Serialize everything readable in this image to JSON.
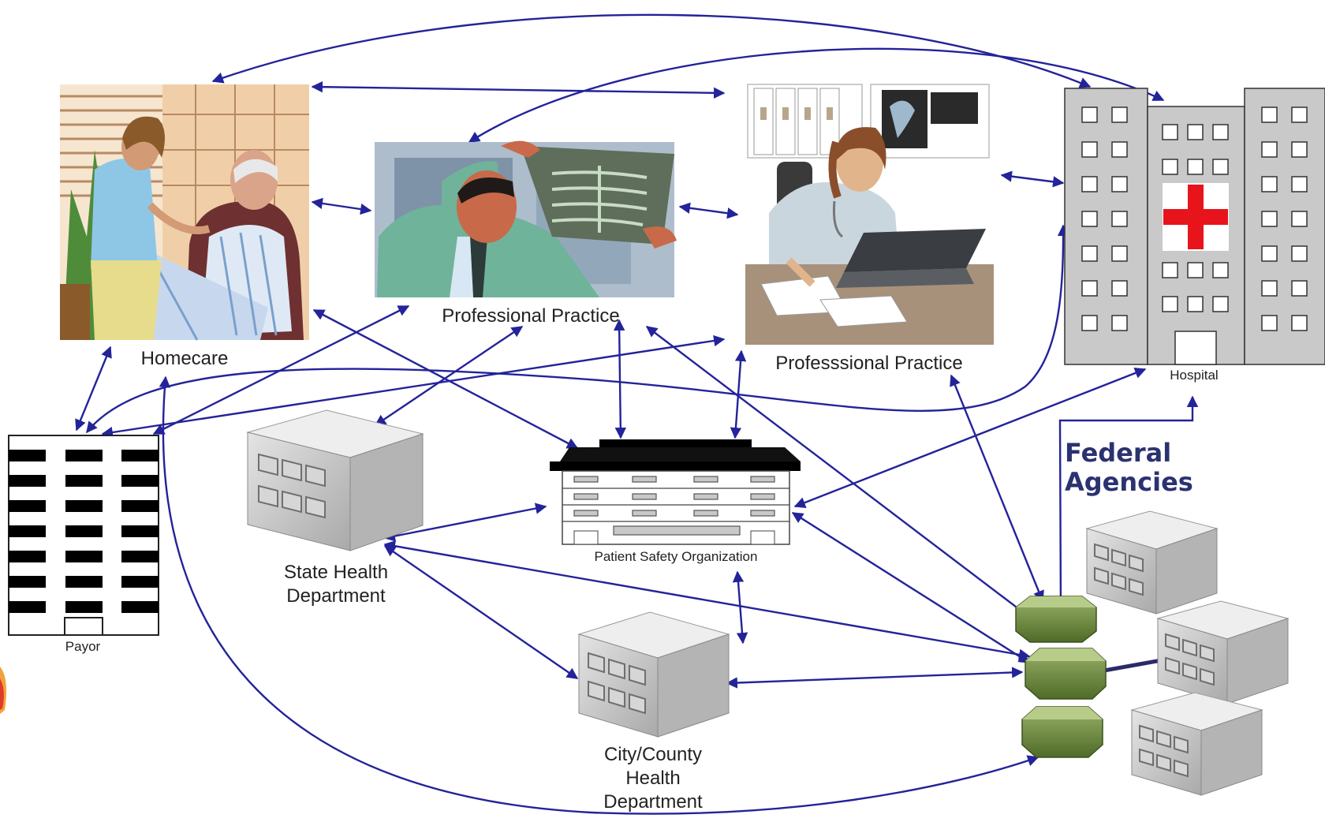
{
  "colors": {
    "arrow": "#23239a",
    "federal_text": "#2b3270",
    "building_gray": "#c9c9c9",
    "hospital_cross": "#e8141c",
    "hex_green": "#6f8a3f",
    "lab_coat": "#6fb39a",
    "skin": "#c86a4a",
    "desk": "#a8917a"
  },
  "nodes": {
    "homecare": {
      "label": "Homecare",
      "icon": "nurse-patient-clipart-icon"
    },
    "practice1": {
      "label": "Professional Practice",
      "icon": "doctor-xray-clipart-icon"
    },
    "practice2": {
      "label": "Professsional Practice",
      "icon": "doctor-at-desk-clipart-icon"
    },
    "hospital": {
      "label": "Hospital",
      "icon": "hospital-building-icon"
    },
    "payor": {
      "label": "Payor",
      "icon": "office-building-icon"
    },
    "state": {
      "label_lines": [
        "State Health",
        "Department"
      ],
      "icon": "server-building-icon"
    },
    "pso": {
      "label": "Patient Safety Organization",
      "icon": "institution-building-icon"
    },
    "city": {
      "label_lines": [
        "City/County",
        "Health",
        "Department"
      ],
      "icon": "server-building-icon"
    },
    "federal": {
      "label_lines": [
        "Federal",
        "Agencies"
      ],
      "icon": "hexagon-hub-icon"
    }
  }
}
